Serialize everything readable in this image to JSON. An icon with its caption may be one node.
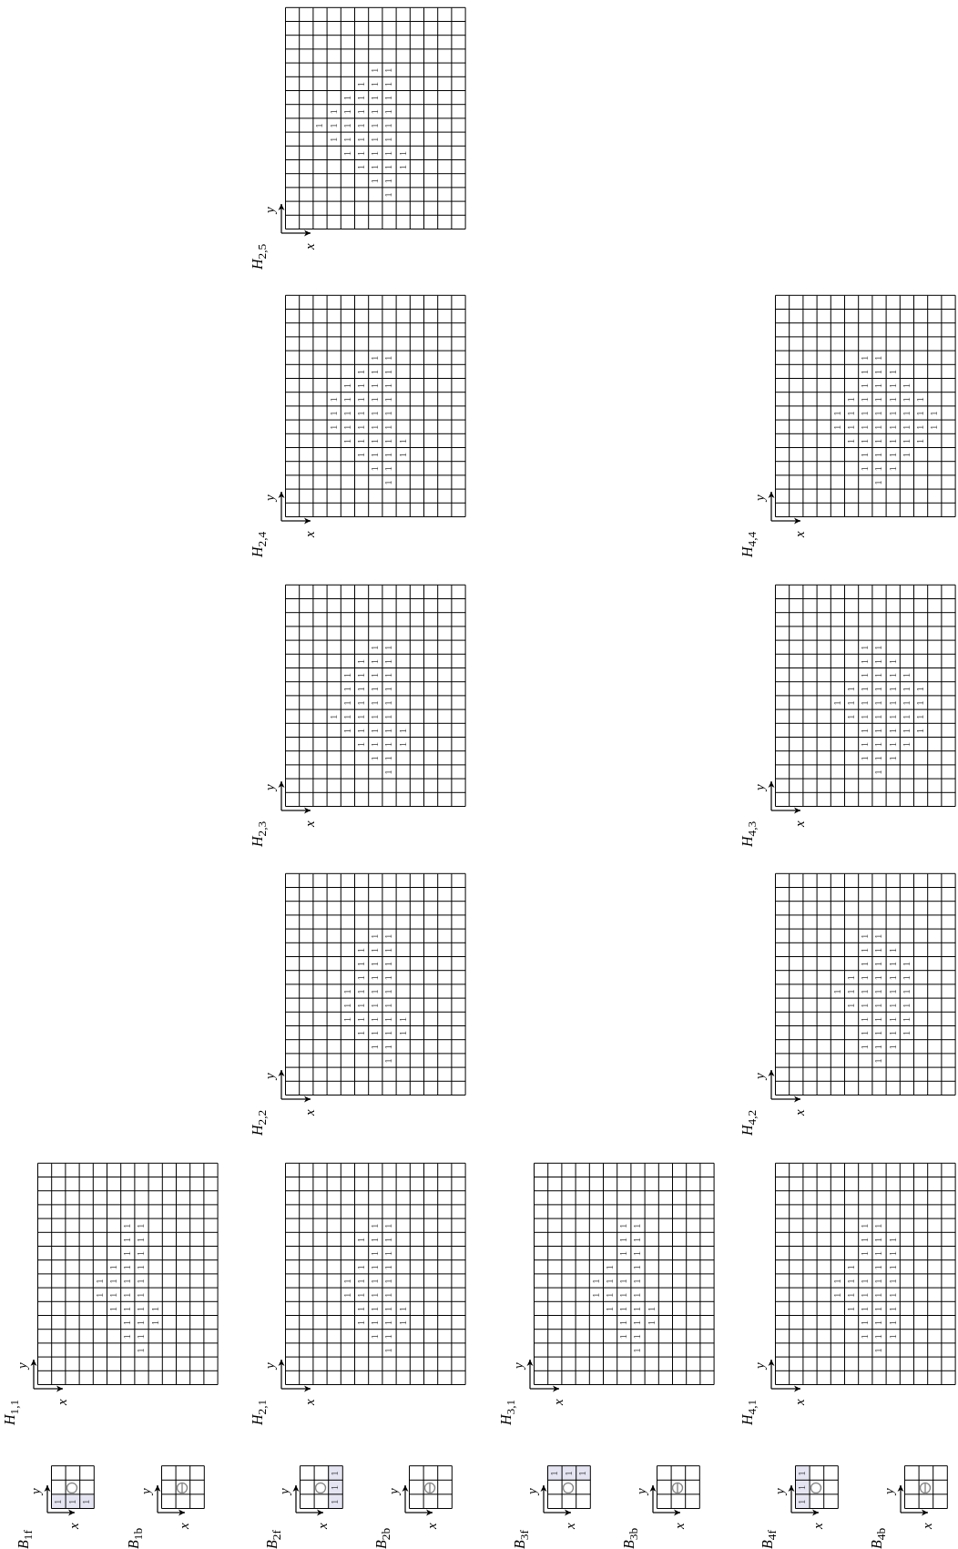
{
  "diagram": {
    "labels": [
      "*B*$_{1f}$",
      "y",
      "x",
      "1",
      "1",
      "1",
      "*B*$_{1b}$",
      "y",
      "x",
      "*H*$_{1,1}$",
      "y",
      "x",
      "1",
      "1",
      "1",
      "1",
      "1",
      "1",
      "1",
      "1",
      "1",
      "1",
      "1",
      "1",
      "1",
      "1",
      "1",
      "1",
      "1",
      "1",
      "1",
      "1",
      "1",
      "1",
      "1",
      "1",
      "1",
      "1",
      "1",
      "*B*$_{2f}$",
      "y",
      "x",
      "1",
      "1",
      "1",
      "*B*$_{2b}$",
      "y",
      "x",
      "*H*$_{2,1}$",
      "y",
      "x",
      "1",
      "1",
      "1",
      "1",
      "1",
      "1",
      "1",
      "1",
      "1",
      "1",
      "1",
      "1",
      "1",
      "1",
      "1",
      "1",
      "1",
      "1",
      "1",
      "1",
      "1",
      "1",
      "1",
      "1",
      "1",
      "1",
      "1",
      "1",
      "1",
      "*H*$_{2,2}$",
      "y",
      "x",
      "1",
      "1",
      "1",
      "1",
      "1",
      "1",
      "1",
      "1",
      "1",
      "1",
      "1",
      "1",
      "1",
      "1",
      "1",
      "1",
      "1",
      "1",
      "1",
      "1",
      "1",
      "1",
      "1",
      "1",
      "1",
      "1",
      "1",
      "1",
      "1",
      "1",
      "1",
      "*H*$_{2,3}$",
      "y",
      "x",
      "1",
      "1",
      "1",
      "1",
      "1",
      "1",
      "1",
      "1",
      "1",
      "1",
      "1",
      "1",
      "1",
      "1",
      "1",
      "1",
      "1",
      "1",
      "1",
      "1",
      "1",
      "1",
      "1",
      "1",
      "1",
      "1",
      "1",
      "1",
      "1",
      "1",
      "1",
      "1",
      "1",
      "1",
      "*H*$_{2,4}$",
      "y",
      "x",
      "1",
      "1",
      "1",
      "1",
      "1",
      "1",
      "1",
      "1",
      "1",
      "1",
      "1",
      "1",
      "1",
      "1",
      "1",
      "1",
      "1",
      "1",
      "1",
      "1",
      "1",
      "1",
      "1",
      "1",
      "1",
      "1",
      "1",
      "1",
      "1",
      "1",
      "1",
      "1",
      "1",
      "1",
      "1",
      "1",
      "*H*$_{2,5}$",
      "y",
      "x",
      "1",
      "1",
      "1",
      "1",
      "1",
      "1",
      "1",
      "1",
      "1",
      "1",
      "1",
      "1",
      "1",
      "1",
      "1",
      "1",
      "1",
      "1",
      "1",
      "1",
      "1",
      "1",
      "1",
      "1",
      "1",
      "1",
      "1",
      "1",
      "1",
      "1",
      "1",
      "1",
      "1",
      "1",
      "1",
      "1",
      "1",
      "*B*$_{3f}$",
      "y",
      "x",
      "1",
      "1",
      "1",
      "*B*$_{3b}$",
      "y",
      "x",
      "*H*$_{3,1}$",
      "y",
      "x",
      "1",
      "1",
      "1",
      "1",
      "1",
      "1",
      "1",
      "1",
      "1",
      "1",
      "1",
      "1",
      "1",
      "1",
      "1",
      "1",
      "1",
      "1",
      "1",
      "1",
      "1",
      "1",
      "1",
      "1",
      "1",
      "1",
      "*B*$_{4f}$",
      "y",
      "x",
      "1",
      "1",
      "1",
      "*B*$_{4b}$",
      "y",
      "x",
      "*H*$_{4,1}$",
      "y",
      "x",
      "1",
      "1",
      "1",
      "1",
      "1",
      "1",
      "1",
      "1",
      "1",
      "1",
      "1",
      "1",
      "1",
      "1",
      "1",
      "1",
      "1",
      "1",
      "1",
      "1",
      "1",
      "1",
      "1",
      "1",
      "1",
      "1",
      "1",
      "1",
      "1",
      "1",
      "1",
      "1",
      "*H*$_{4,2}$",
      "y",
      "x",
      "1",
      "1",
      "1",
      "1",
      "1",
      "1",
      "1",
      "1",
      "1",
      "1",
      "1",
      "1",
      "1",
      "1",
      "1",
      "1",
      "1",
      "1",
      "1",
      "1",
      "1",
      "1",
      "1",
      "1",
      "1",
      "1",
      "1",
      "1",
      "1",
      "1",
      "1",
      "1",
      "1",
      "1",
      "1",
      "1",
      "1",
      "*H*$_{4,3}$",
      "y",
      "x",
      "1",
      "1",
      "1",
      "1",
      "1",
      "1",
      "1",
      "1",
      "1",
      "1",
      "1",
      "1",
      "1",
      "1",
      "1",
      "1",
      "1",
      "1",
      "1",
      "1",
      "1",
      "1",
      "1",
      "1",
      "1",
      "1",
      "1",
      "1",
      "1",
      "1",
      "1",
      "1",
      "1",
      "1",
      "1",
      "1",
      "1",
      "1",
      "1",
      "1",
      "1",
      "*H*$_{4,4}$",
      "y",
      "x",
      "1",
      "1",
      "1",
      "1",
      "1",
      "1",
      "1",
      "1",
      "1",
      "1",
      "1",
      "1",
      "1",
      "1",
      "1",
      "1",
      "1",
      "1",
      "1",
      "1",
      "1",
      "1",
      "1",
      "1",
      "1",
      "1",
      "1",
      "1",
      "1",
      "1",
      "1",
      "1",
      "1",
      "1",
      "1",
      "1",
      "1",
      "1",
      "1",
      "1",
      "1",
      "1",
      "1",
      "1",
      "1"
    ]
  }
}
